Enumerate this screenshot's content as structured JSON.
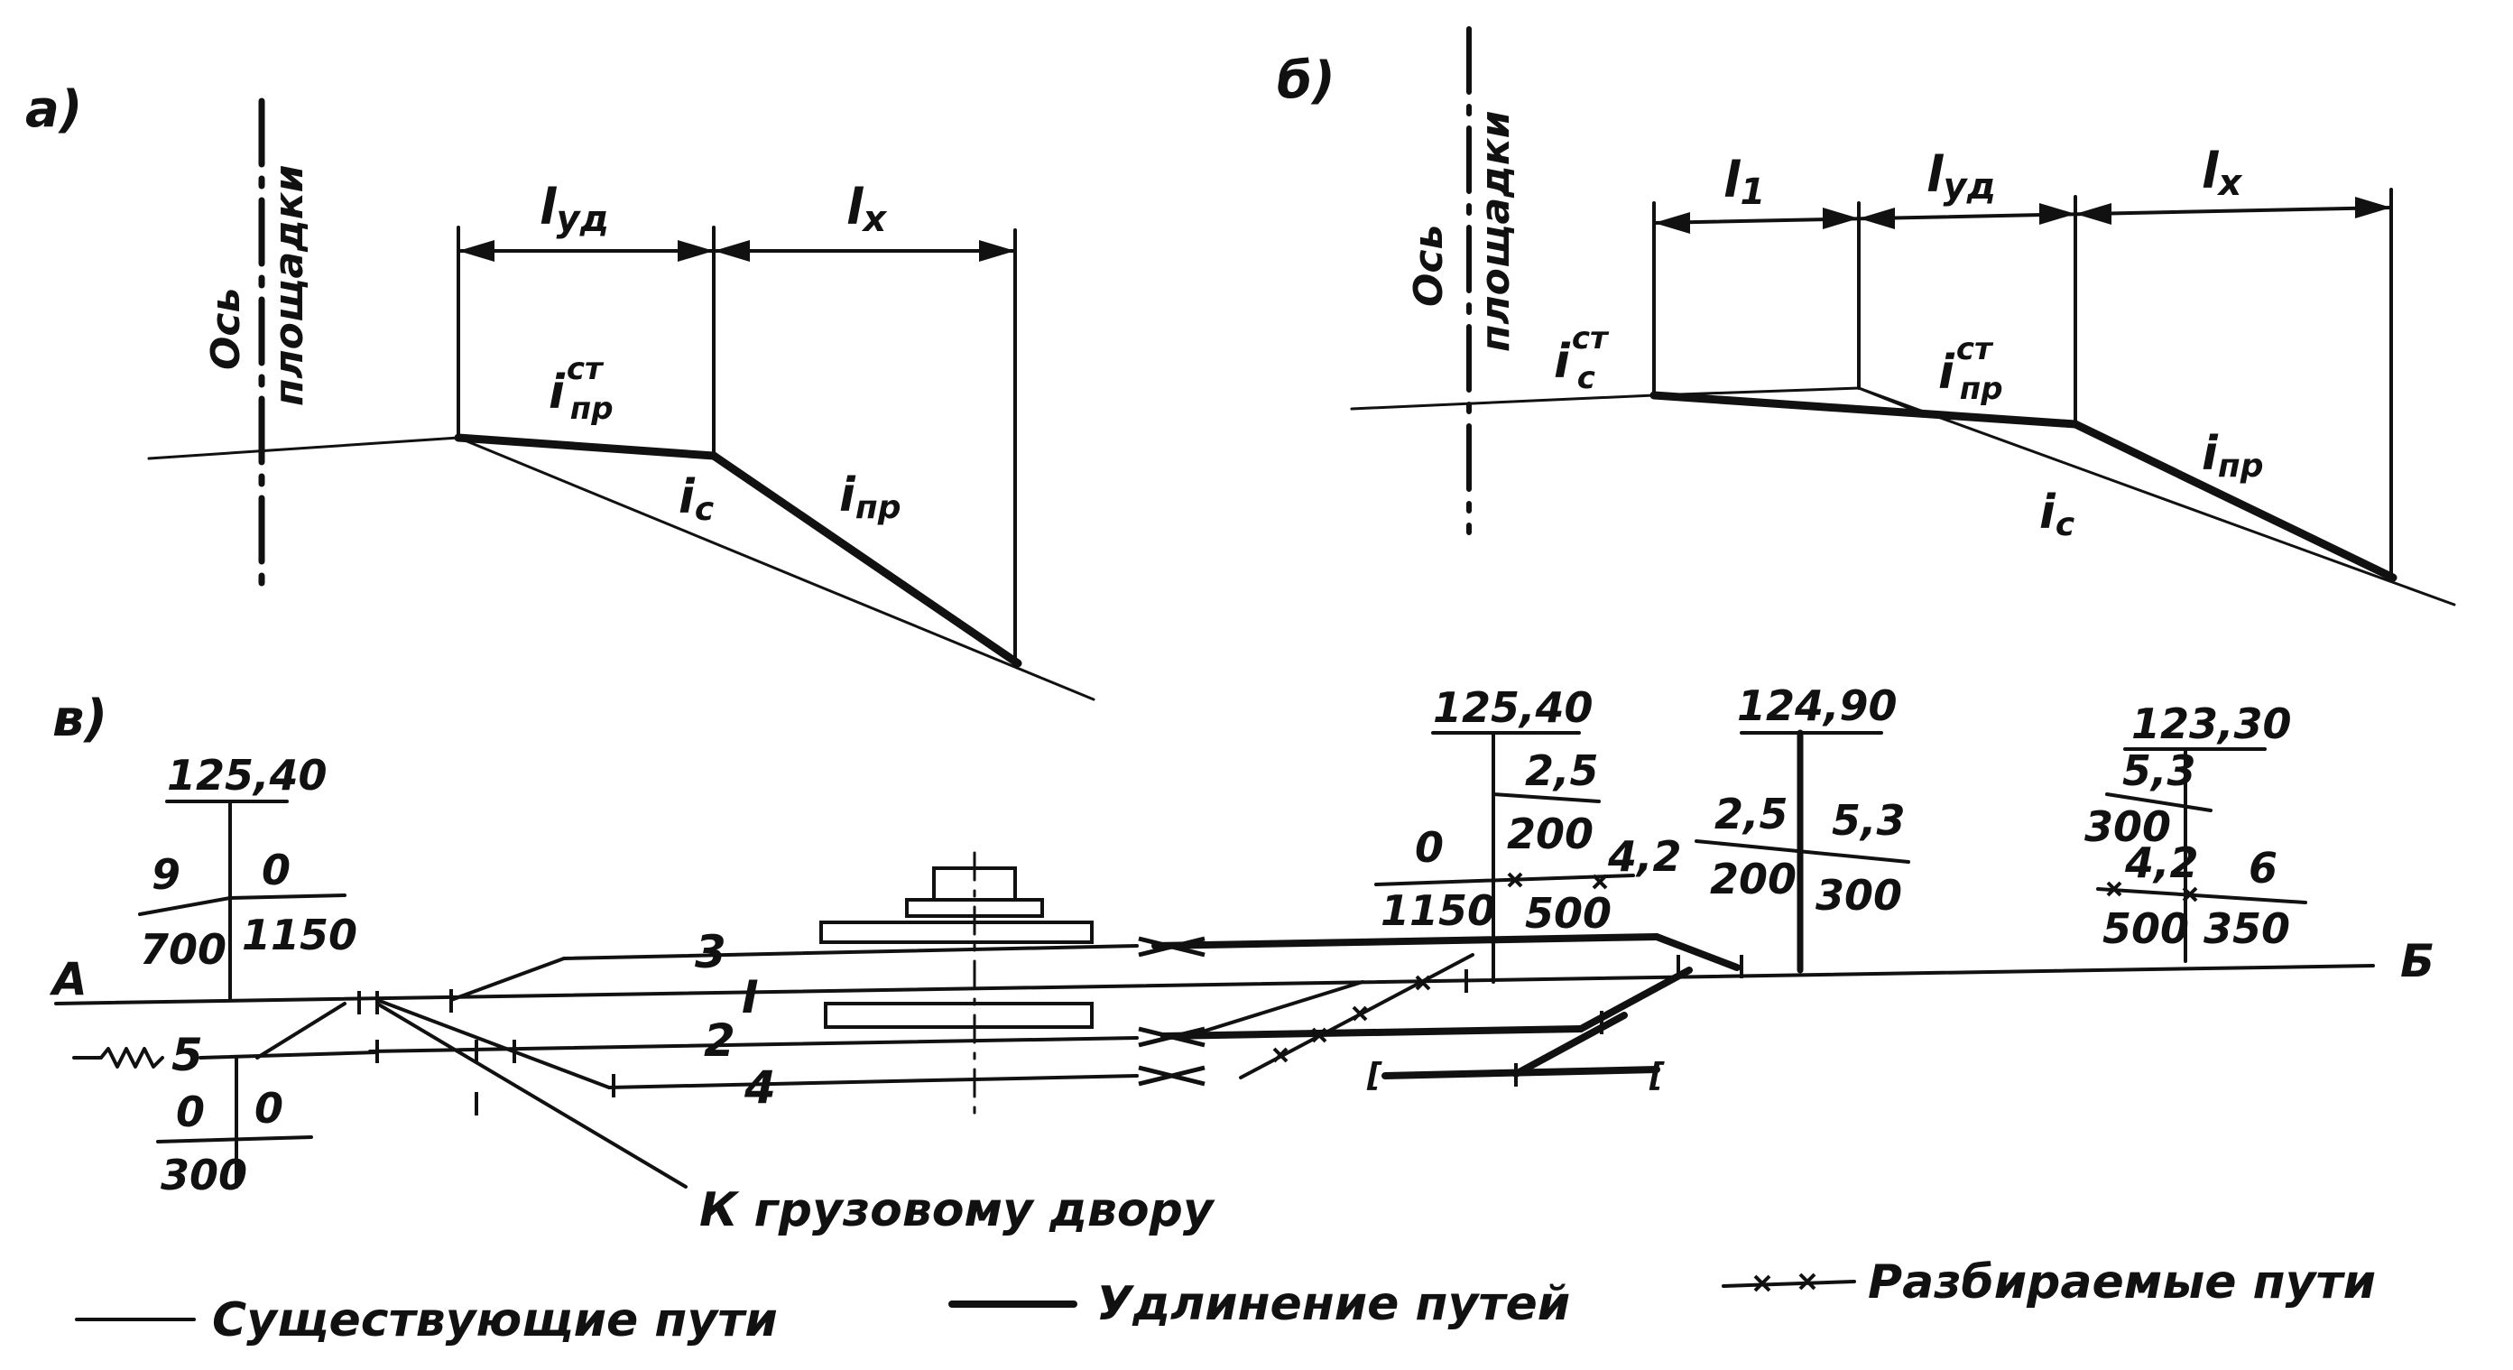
{
  "panels": {
    "a": {
      "marker": "а)",
      "axis_label_1": "Ось",
      "axis_label_2": "площадки",
      "dim_l_ud": "l",
      "dim_l_ud_sub": "уд",
      "dim_l_x": "l",
      "dim_l_x_sub": "x",
      "i_pr_st": "i",
      "i_pr_st_sup": "ст",
      "i_pr_st_sub": "пр",
      "i_c": "i",
      "i_c_sub": "с",
      "i_pr": "i",
      "i_pr_sub": "пр"
    },
    "b": {
      "marker": "б)",
      "axis_label_1": "Ось",
      "axis_label_2": "площадки",
      "dim_l1": "l",
      "dim_l1_sub": "1",
      "dim_l_ud": "l",
      "dim_l_ud_sub": "уд",
      "dim_l_x": "l",
      "dim_l_x_sub": "x",
      "i_c_st": "i",
      "i_c_st_sup": "ст",
      "i_c_st_sub": "с",
      "i_pr_st": "i",
      "i_pr_st_sup": "ст",
      "i_pr_st_sub": "пр",
      "i_pr": "i",
      "i_pr_sub": "пр",
      "i_c": "i",
      "i_c_sub": "с"
    },
    "v": {
      "marker": "в)",
      "end_a": "А",
      "end_b": "Б",
      "track_3": "3",
      "track_I": "I",
      "track_2": "2",
      "track_4": "4",
      "track_5": "5",
      "to_yard": "К грузовому двору",
      "profile_1": {
        "elev": "125,40",
        "l_top": "9",
        "l_bot": "700",
        "r_top": "0",
        "r_bot": "1150"
      },
      "profile_5": {
        "l_top": "0",
        "l_bot": "300",
        "r_top": "0"
      },
      "profile_2": {
        "elev": "125,40",
        "s_top": "2,5",
        "s_bot": "200",
        "l_top": "0",
        "l_bot": "1150",
        "r_top": "4,2",
        "r_bot": "500"
      },
      "profile_3": {
        "elev": "124,90",
        "l_top": "2,5",
        "l_bot": "200",
        "r_top": "5,3",
        "r_bot": "300"
      },
      "profile_4": {
        "elev": "123,30",
        "s_top": "5,3",
        "s_bot": "300",
        "l_top": "4,2",
        "l_bot": "500",
        "r_top": "6",
        "r_bot": "350"
      }
    }
  },
  "legend": {
    "existing": "Существующие пути",
    "extension": "Удлинение путей",
    "dismantled": "Разбираемые пути"
  }
}
